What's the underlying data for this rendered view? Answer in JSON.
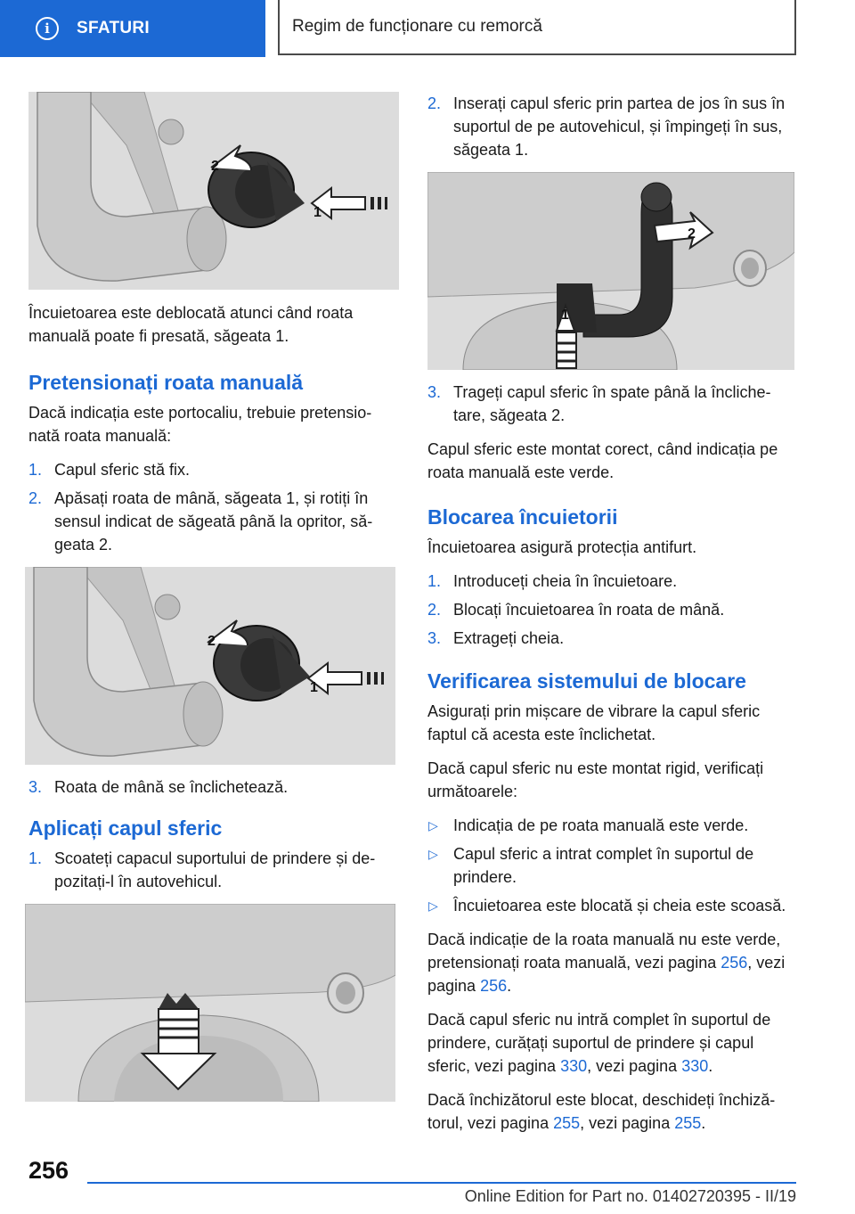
{
  "header": {
    "section_label": "SFATURI",
    "title": "Regim de funcționare cu remorcă",
    "info_icon_glyph": "i",
    "accent_color": "#1c69d4"
  },
  "left_column": {
    "para_unlock": "Încuietoarea este deblocată atunci când roata manuală poate fi presată, săgeata 1.",
    "section1": {
      "heading": "Pretensionați roata manuală",
      "intro": "Dacă indicația este portocaliu, trebuie pretensio-nată roata manuală:",
      "steps": [
        {
          "n": "1.",
          "text": "Capul sferic stă fix."
        },
        {
          "n": "2.",
          "text": "Apăsați roata de mână, săgeata 1, și rotiți în sensul indicat de săgeată până la opritor, să-geata 2."
        }
      ],
      "step3": {
        "n": "3.",
        "text": "Roata de mână se înclichetează."
      }
    },
    "section2": {
      "heading": "Aplicați capul sferic",
      "steps": [
        {
          "n": "1.",
          "text": "Scoateți capacul suportului de prindere și de-pozitați-l în autovehicul."
        }
      ]
    }
  },
  "right_column": {
    "step2": {
      "n": "2.",
      "text": "Inserați capul sferic prin partea de jos în sus în suportul de pe autovehicul, și împingeți în sus, săgeata 1."
    },
    "step3": {
      "n": "3.",
      "text": "Trageți capul sferic în spate până la încliche-tare, săgeata 2."
    },
    "para_correct": "Capul sferic este montat corect, când indicația pe roata manuală este verde.",
    "section3": {
      "heading": "Blocarea încuietorii",
      "intro": "Încuietoarea asigură protecția antifurt.",
      "steps": [
        {
          "n": "1.",
          "text": "Introduceți cheia în încuietoare."
        },
        {
          "n": "2.",
          "text": "Blocați încuietoarea în roata de mână."
        },
        {
          "n": "3.",
          "text": "Extrageți cheia."
        }
      ]
    },
    "section4": {
      "heading": "Verificarea sistemului de blocare",
      "p1": "Asigurați prin mișcare de vibrare la capul sferic faptul că acesta este înclichetat.",
      "p2": "Dacă capul sferic nu este montat rigid, verificați următoarele:",
      "bullet_glyph": "▷",
      "bullets": [
        "Indicația de pe roata manuală este verde.",
        "Capul sferic a intrat complet în suportul de prindere.",
        "Încuietoarea este blocată și cheia este scoasă."
      ],
      "p3": {
        "text": "Dacă indicație de la roata manuală nu este verde, pretensionați roata manuală, vezi pagina ",
        "link1": "256",
        "mid": ", vezi pagina ",
        "link2": "256",
        "end": "."
      },
      "p4": {
        "text": "Dacă capul sferic nu intră complet în suportul de prindere, curățați suportul de prindere și capul sferic, vezi pagina ",
        "link1": "330",
        "mid": ", vezi pagina ",
        "link2": "330",
        "end": "."
      },
      "p5": {
        "text": "Dacă închizătorul este blocat, deschideți închiză-torul, vezi pagina ",
        "link1": "255",
        "mid": ", vezi pagina ",
        "link2": "255",
        "end": "."
      }
    }
  },
  "figures": {
    "fig1_labels": [
      "1",
      "2"
    ],
    "fig2_labels": [
      "1",
      "2"
    ],
    "fig3_labels": [],
    "fig4_labels": [
      "1",
      "2"
    ]
  },
  "page_number": "256",
  "footer": "Online Edition for Part no. 01402720395 - II/19"
}
